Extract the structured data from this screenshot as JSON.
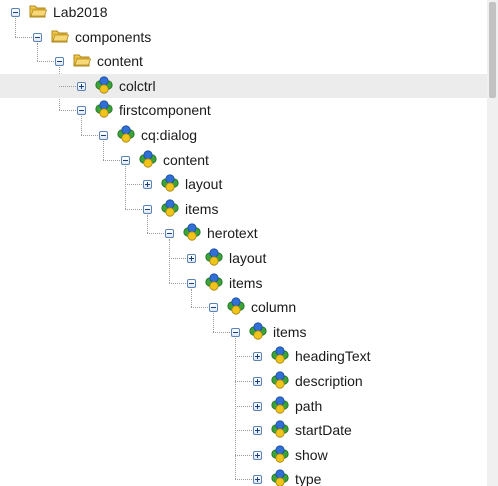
{
  "tree": {
    "nodes": [
      {
        "label": "Lab2018",
        "level": 0,
        "icon": "folder-icon",
        "state": "expanded"
      },
      {
        "label": "components",
        "level": 1,
        "icon": "folder-icon",
        "state": "expanded"
      },
      {
        "label": "content",
        "level": 2,
        "icon": "folder-icon",
        "state": "expanded"
      },
      {
        "label": "colctrl",
        "level": 3,
        "icon": "node-icon",
        "state": "collapsed",
        "selected": true
      },
      {
        "label": "firstcomponent",
        "level": 3,
        "icon": "node-icon",
        "state": "expanded"
      },
      {
        "label": "cq:dialog",
        "level": 4,
        "icon": "node-icon",
        "state": "expanded"
      },
      {
        "label": "content",
        "level": 5,
        "icon": "node-icon",
        "state": "expanded"
      },
      {
        "label": "layout",
        "level": 6,
        "icon": "node-icon",
        "state": "collapsed"
      },
      {
        "label": "items",
        "level": 6,
        "icon": "node-icon",
        "state": "expanded"
      },
      {
        "label": "herotext",
        "level": 7,
        "icon": "node-icon",
        "state": "expanded"
      },
      {
        "label": "layout",
        "level": 8,
        "icon": "node-icon",
        "state": "collapsed"
      },
      {
        "label": "items",
        "level": 8,
        "icon": "node-icon",
        "state": "expanded"
      },
      {
        "label": "column",
        "level": 9,
        "icon": "node-icon",
        "state": "expanded"
      },
      {
        "label": "items",
        "level": 10,
        "icon": "node-icon",
        "state": "expanded"
      },
      {
        "label": "headingText",
        "level": 11,
        "icon": "node-icon",
        "state": "collapsed"
      },
      {
        "label": "description",
        "level": 11,
        "icon": "node-icon",
        "state": "collapsed"
      },
      {
        "label": "path",
        "level": 11,
        "icon": "node-icon",
        "state": "collapsed"
      },
      {
        "label": "startDate",
        "level": 11,
        "icon": "node-icon",
        "state": "collapsed"
      },
      {
        "label": "show",
        "level": 11,
        "icon": "node-icon",
        "state": "collapsed"
      },
      {
        "label": "type",
        "level": 11,
        "icon": "node-icon",
        "state": "collapsed"
      }
    ]
  },
  "colors": {
    "selection": "#ececec",
    "folder": "#f2c94c",
    "node_blue": "#2f6fd6",
    "node_green": "#3aa33a",
    "node_yellow": "#f0c419"
  }
}
